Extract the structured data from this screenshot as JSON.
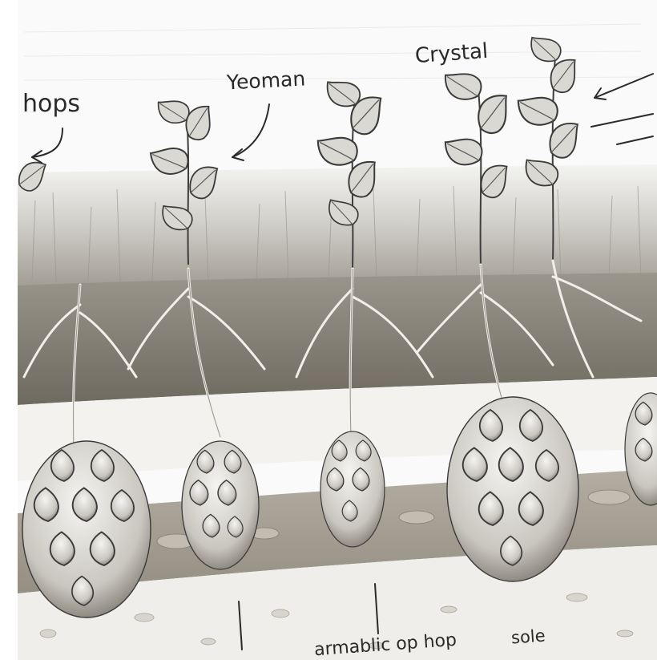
{
  "labels": {
    "hops": "hops",
    "yeoman": "Yeoman",
    "crystal": "Crystal",
    "bottom_caption": "armablic op hop",
    "sole": "sole"
  },
  "palette": {
    "paper": "#fafafa",
    "grass": "#c9c7c2",
    "soil": "#8e8a80",
    "soil_dark": "#6f6a60",
    "band": "#a8a195",
    "ink": "#2a2a2a",
    "root": "#f0eee8"
  },
  "illustration": {
    "subject": "hop-plants-with-roots-and-cones",
    "plant_count": 5
  }
}
